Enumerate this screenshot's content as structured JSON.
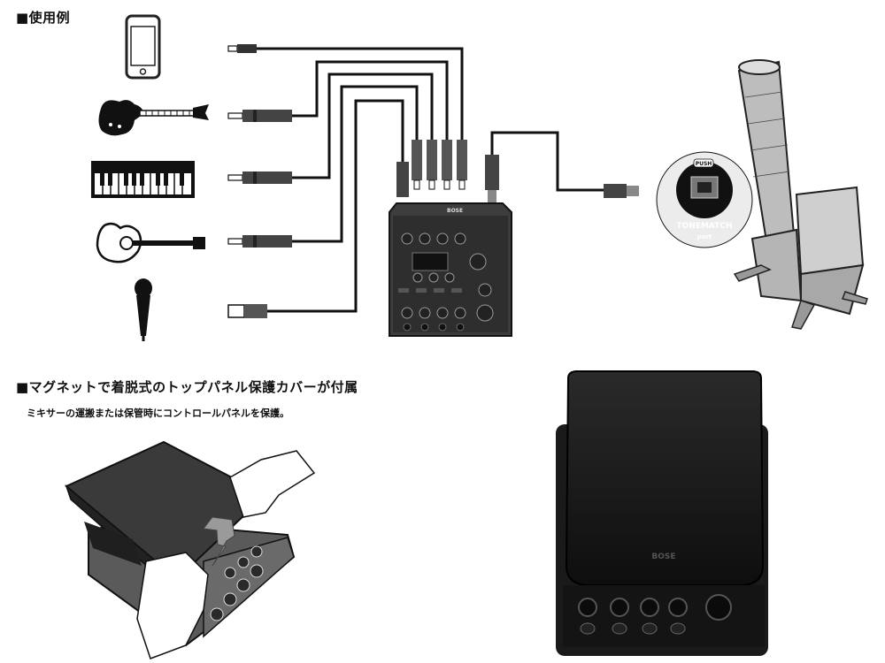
{
  "section1": {
    "heading": "■使用例"
  },
  "section2": {
    "heading": "■マグネットで着脱式のトップパネル保護カバーが付属",
    "description": "ミキサーの運搬または保管時にコントロールパネルを保護。"
  },
  "devices": [
    {
      "name": "smartphone",
      "connector": "3.5mm-plug"
    },
    {
      "name": "electric-guitar",
      "connector": "phone-plug"
    },
    {
      "name": "keyboard",
      "connector": "phone-plug"
    },
    {
      "name": "acoustic-guitar",
      "connector": "phone-plug"
    },
    {
      "name": "microphone",
      "connector": "xlr-plug"
    }
  ],
  "port_badge": {
    "push": "PUSH",
    "brand": "TONEMATCH",
    "port": "port"
  },
  "mixer_brand": "BOSE",
  "cover_brand": "BOSE",
  "colors": {
    "cable": "#111111",
    "mixer_body": "#3a3a3a",
    "cover": "#1b1b1b",
    "speaker": "#bdbdbd"
  }
}
